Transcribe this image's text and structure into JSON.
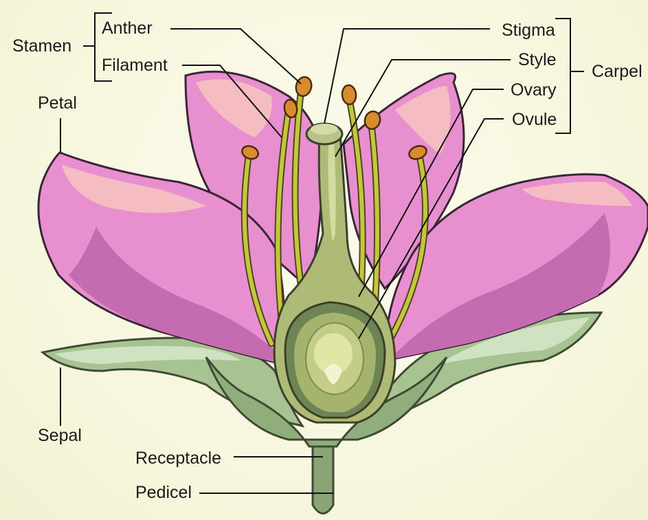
{
  "labels": {
    "stamen": "Stamen",
    "anther": "Anther",
    "filament": "Filament",
    "petal": "Petal",
    "sepal": "Sepal",
    "receptacle": "Receptacle",
    "pedicel": "Pedicel",
    "stigma": "Stigma",
    "style": "Style",
    "ovary": "Ovary",
    "ovule": "Ovule",
    "carpel": "Carpel"
  },
  "colors": {
    "petal": "#e890cf",
    "petal_dark": "#c46bb2",
    "petal_highlight": "#f5bcc2",
    "sepal": "#9bb782",
    "sepal_light": "#c6ddb8",
    "stem": "#8aa476",
    "filament": "#c6c63a",
    "anther": "#d98c2c",
    "carpel": "#aebb76",
    "ovule": "#dfe6a6",
    "outline": "#3a2438",
    "background": "#f6f6dc"
  }
}
